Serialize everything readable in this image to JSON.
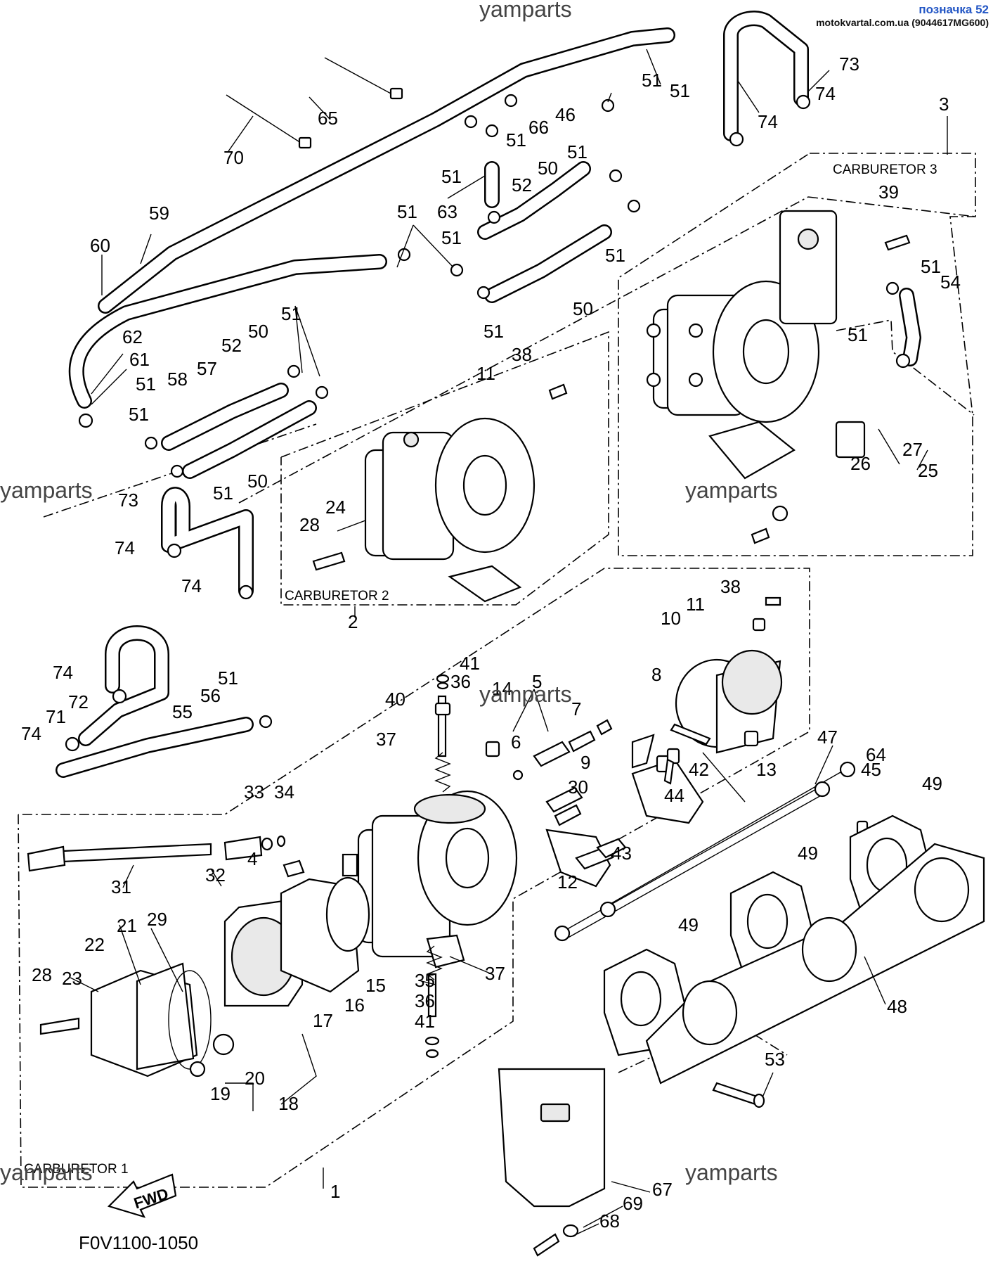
{
  "header": {
    "page_label": "позначка 52",
    "site_label": "motokvartal.com.ua (9044617MG600)"
  },
  "watermark": "yamparts",
  "figure_code": "F0V1100-1050",
  "fwd_arrow": "FWD",
  "groups": {
    "carburetor_1": "CARBURETOR 1",
    "carburetor_2": "CARBURETOR 2",
    "carburetor_3": "CARBURETOR 3"
  },
  "callouts": [
    "1",
    "2",
    "3",
    "4",
    "5",
    "6",
    "7",
    "8",
    "9",
    "10",
    "11",
    "12",
    "13",
    "14",
    "15",
    "16",
    "17",
    "18",
    "19",
    "20",
    "21",
    "22",
    "23",
    "24",
    "25",
    "26",
    "27",
    "28",
    "29",
    "30",
    "31",
    "32",
    "33",
    "34",
    "35",
    "36",
    "37",
    "38",
    "39",
    "40",
    "41",
    "42",
    "43",
    "44",
    "45",
    "46",
    "47",
    "48",
    "49",
    "50",
    "51",
    "52",
    "53",
    "54",
    "55",
    "56",
    "57",
    "58",
    "59",
    "60",
    "61",
    "62",
    "63",
    "64",
    "65",
    "66",
    "67",
    "68",
    "69",
    "70",
    "71",
    "72",
    "73",
    "74"
  ]
}
